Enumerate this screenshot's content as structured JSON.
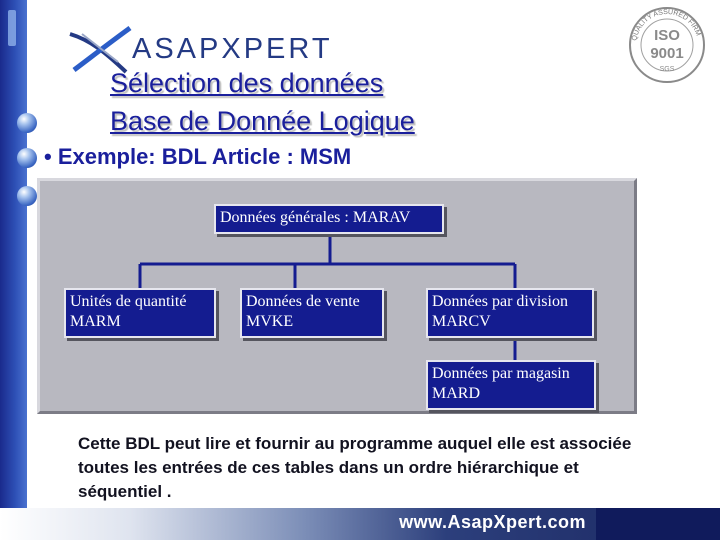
{
  "logo": {
    "brand": "ASAPXPERT",
    "icon": "logo-icon"
  },
  "badge": {
    "ring": "QUALITY ASSURED FIRM",
    "iso": "ISO",
    "number": "9001",
    "sgs": "SGS"
  },
  "title": {
    "line1": "Sélection des données",
    "line2": "Base de Donnée Logique"
  },
  "example": "• Exemple: BDL Article : MSM",
  "hierarchy": {
    "root": {
      "line1": "Données générales : MARAV"
    },
    "children": [
      {
        "line1": "Unités de quantité",
        "line2": "MARM"
      },
      {
        "line1": "Données de vente",
        "line2": "MVKE"
      },
      {
        "line1": "Données par division",
        "line2": "MARCV"
      }
    ],
    "grandchild": {
      "line1": "Données par magasin",
      "line2": "MARD"
    }
  },
  "description": "Cette BDL peut lire et fournir au programme auquel elle est associée toutes les entrées de ces tables dans un ordre hiérarchique et séquentiel .",
  "footer": {
    "url": "www.AsapXpert.com"
  },
  "colors": {
    "title": "#1a1f9c",
    "box_fill": "#141c90",
    "panel": "#b8b8c0",
    "strip": "#1a2a8c"
  }
}
